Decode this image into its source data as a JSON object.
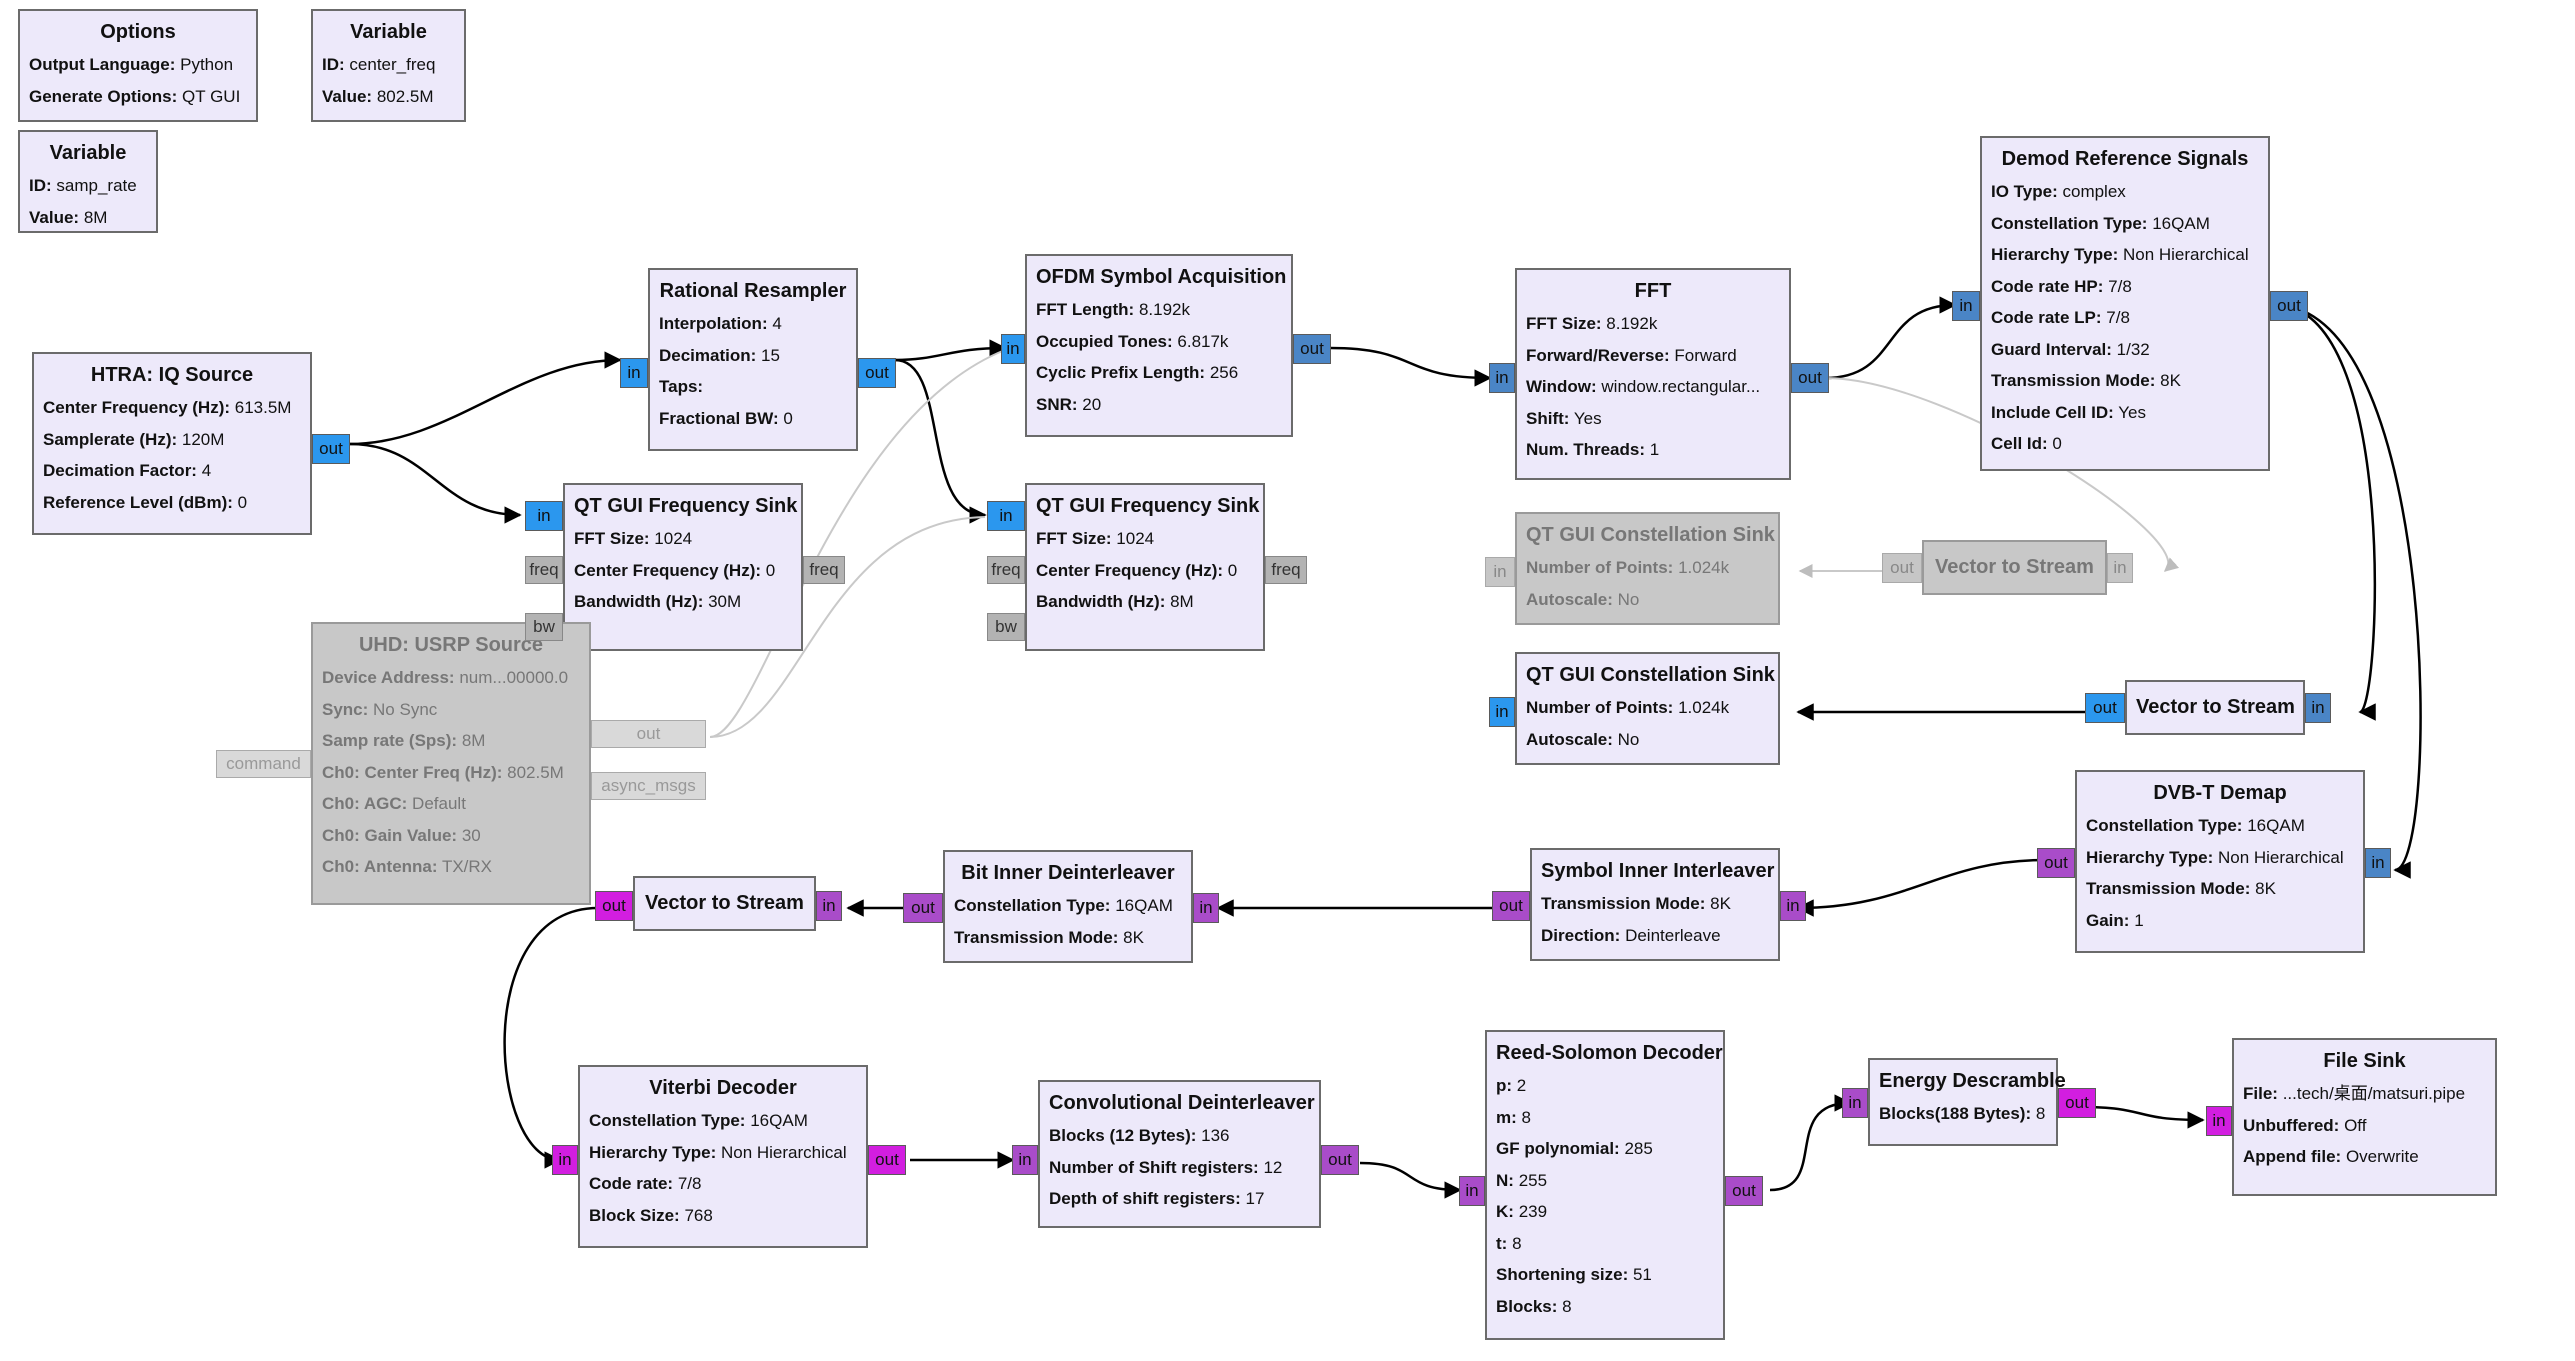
{
  "blocks": {
    "options": {
      "title": "Options",
      "params": [
        {
          "k": "Output Language:",
          "v": "Python"
        },
        {
          "k": "Generate Options:",
          "v": "QT GUI"
        }
      ]
    },
    "var_center": {
      "title": "Variable",
      "params": [
        {
          "k": "ID:",
          "v": "center_freq"
        },
        {
          "k": "Value:",
          "v": "802.5M"
        }
      ]
    },
    "var_samp": {
      "title": "Variable",
      "params": [
        {
          "k": "ID:",
          "v": "samp_rate"
        },
        {
          "k": "Value:",
          "v": "8M"
        }
      ]
    },
    "htra": {
      "title": "HTRA: IQ Source",
      "params": [
        {
          "k": "Center Frequency (Hz):",
          "v": "613.5M"
        },
        {
          "k": "Samplerate (Hz):",
          "v": "120M"
        },
        {
          "k": "Decimation Factor:",
          "v": "4"
        },
        {
          "k": "Reference Level (dBm):",
          "v": "0"
        }
      ]
    },
    "resampler": {
      "title": "Rational Resampler",
      "params": [
        {
          "k": "Interpolation:",
          "v": "4"
        },
        {
          "k": "Decimation:",
          "v": "15"
        },
        {
          "k": "Taps:",
          "v": ""
        },
        {
          "k": "Fractional BW:",
          "v": "0"
        }
      ]
    },
    "qtfreq1": {
      "title": "QT GUI Frequency Sink",
      "params": [
        {
          "k": "FFT Size:",
          "v": "1024"
        },
        {
          "k": "Center Frequency (Hz):",
          "v": "0"
        },
        {
          "k": "Bandwidth (Hz):",
          "v": "30M"
        }
      ]
    },
    "usrp": {
      "title": "UHD: USRP Source",
      "params": [
        {
          "k": "Device Address:",
          "v": "num...00000.0"
        },
        {
          "k": "Sync:",
          "v": "No Sync"
        },
        {
          "k": "Samp rate (Sps):",
          "v": "8M"
        },
        {
          "k": "Ch0: Center Freq (Hz):",
          "v": "802.5M"
        },
        {
          "k": "Ch0: AGC:",
          "v": "Default"
        },
        {
          "k": "Ch0: Gain Value:",
          "v": "30"
        },
        {
          "k": "Ch0: Antenna:",
          "v": "TX/RX"
        }
      ]
    },
    "ofdm": {
      "title": "OFDM Symbol Acquisition",
      "params": [
        {
          "k": "FFT Length:",
          "v": "8.192k"
        },
        {
          "k": "Occupied Tones:",
          "v": "6.817k"
        },
        {
          "k": "Cyclic Prefix Length:",
          "v": "256"
        },
        {
          "k": "SNR:",
          "v": "20"
        }
      ]
    },
    "qtfreq2": {
      "title": "QT GUI Frequency Sink",
      "params": [
        {
          "k": "FFT Size:",
          "v": "1024"
        },
        {
          "k": "Center Frequency (Hz):",
          "v": "0"
        },
        {
          "k": "Bandwidth (Hz):",
          "v": "8M"
        }
      ]
    },
    "fft": {
      "title": "FFT",
      "params": [
        {
          "k": "FFT Size:",
          "v": "8.192k"
        },
        {
          "k": "Forward/Reverse:",
          "v": "Forward"
        },
        {
          "k": "Window:",
          "v": "window.rectangular..."
        },
        {
          "k": "Shift:",
          "v": "Yes"
        },
        {
          "k": "Num. Threads:",
          "v": "1"
        }
      ]
    },
    "demodref": {
      "title": "Demod Reference Signals",
      "params": [
        {
          "k": "IO Type:",
          "v": "complex"
        },
        {
          "k": "Constellation Type:",
          "v": "16QAM"
        },
        {
          "k": "Hierarchy Type:",
          "v": "Non Hierarchical"
        },
        {
          "k": "Code rate HP:",
          "v": "7/8"
        },
        {
          "k": "Code rate LP:",
          "v": "7/8"
        },
        {
          "k": "Guard Interval:",
          "v": "1/32"
        },
        {
          "k": "Transmission Mode:",
          "v": "8K"
        },
        {
          "k": "Include Cell ID:",
          "v": "Yes"
        },
        {
          "k": "Cell Id:",
          "v": "0"
        }
      ]
    },
    "qtconst1": {
      "title": "QT GUI Constellation Sink",
      "params": [
        {
          "k": "Number of Points:",
          "v": "1.024k"
        },
        {
          "k": "Autoscale:",
          "v": "No"
        }
      ]
    },
    "v2s1": {
      "title": "Vector to Stream",
      "params": []
    },
    "qtconst2": {
      "title": "QT GUI Constellation Sink",
      "params": [
        {
          "k": "Number of Points:",
          "v": "1.024k"
        },
        {
          "k": "Autoscale:",
          "v": "No"
        }
      ]
    },
    "v2s2": {
      "title": "Vector to Stream",
      "params": []
    },
    "dvbt": {
      "title": "DVB-T Demap",
      "params": [
        {
          "k": "Constellation Type:",
          "v": "16QAM"
        },
        {
          "k": "Hierarchy Type:",
          "v": "Non Hierarchical"
        },
        {
          "k": "Transmission Mode:",
          "v": "8K"
        },
        {
          "k": "Gain:",
          "v": "1"
        }
      ]
    },
    "syminter": {
      "title": "Symbol Inner Interleaver",
      "params": [
        {
          "k": "Transmission Mode:",
          "v": "8K"
        },
        {
          "k": "Direction:",
          "v": "Deinterleave"
        }
      ]
    },
    "bitdeint": {
      "title": "Bit Inner Deinterleaver",
      "params": [
        {
          "k": "Constellation Type:",
          "v": "16QAM"
        },
        {
          "k": "Transmission Mode:",
          "v": "8K"
        }
      ]
    },
    "v2s3": {
      "title": "Vector to Stream",
      "params": []
    },
    "viterbi": {
      "title": "Viterbi Decoder",
      "params": [
        {
          "k": "Constellation Type:",
          "v": "16QAM"
        },
        {
          "k": "Hierarchy Type:",
          "v": "Non Hierarchical"
        },
        {
          "k": "Code rate:",
          "v": "7/8"
        },
        {
          "k": "Block Size:",
          "v": "768"
        }
      ]
    },
    "convdeint": {
      "title": "Convolutional Deinterleaver",
      "params": [
        {
          "k": "Blocks (12 Bytes):",
          "v": "136"
        },
        {
          "k": "Number of Shift registers:",
          "v": "12"
        },
        {
          "k": "Depth of shift registers:",
          "v": "17"
        }
      ]
    },
    "rs": {
      "title": "Reed-Solomon Decoder",
      "params": [
        {
          "k": "p:",
          "v": "2"
        },
        {
          "k": "m:",
          "v": "8"
        },
        {
          "k": "GF polynomial:",
          "v": "285"
        },
        {
          "k": "N:",
          "v": "255"
        },
        {
          "k": "K:",
          "v": "239"
        },
        {
          "k": "t:",
          "v": "8"
        },
        {
          "k": "Shortening size:",
          "v": "51"
        },
        {
          "k": "Blocks:",
          "v": "8"
        }
      ]
    },
    "energy": {
      "title": "Energy Descramble",
      "params": [
        {
          "k": "Blocks(188 Bytes):",
          "v": "8"
        }
      ]
    },
    "filesink": {
      "title": "File Sink",
      "params": [
        {
          "k": "File:",
          "v": "...tech/桌面/matsuri.pipe"
        },
        {
          "k": "Unbuffered:",
          "v": "Off"
        },
        {
          "k": "Append file:",
          "v": "Overwrite"
        }
      ]
    }
  },
  "ports": {
    "in": "in",
    "out": "out",
    "freq": "freq",
    "bw": "bw",
    "command": "command",
    "async_msgs": "async_msgs"
  },
  "colors": {
    "block_bg": "#ede9fa",
    "disabled_bg": "#c8c8c8",
    "port_complex": "#2b97ee",
    "port_vector": "#4a85c6",
    "port_byte": "#d21ee0",
    "port_byte_vector": "#a94cc9",
    "message_port": "#b3b3b3"
  }
}
